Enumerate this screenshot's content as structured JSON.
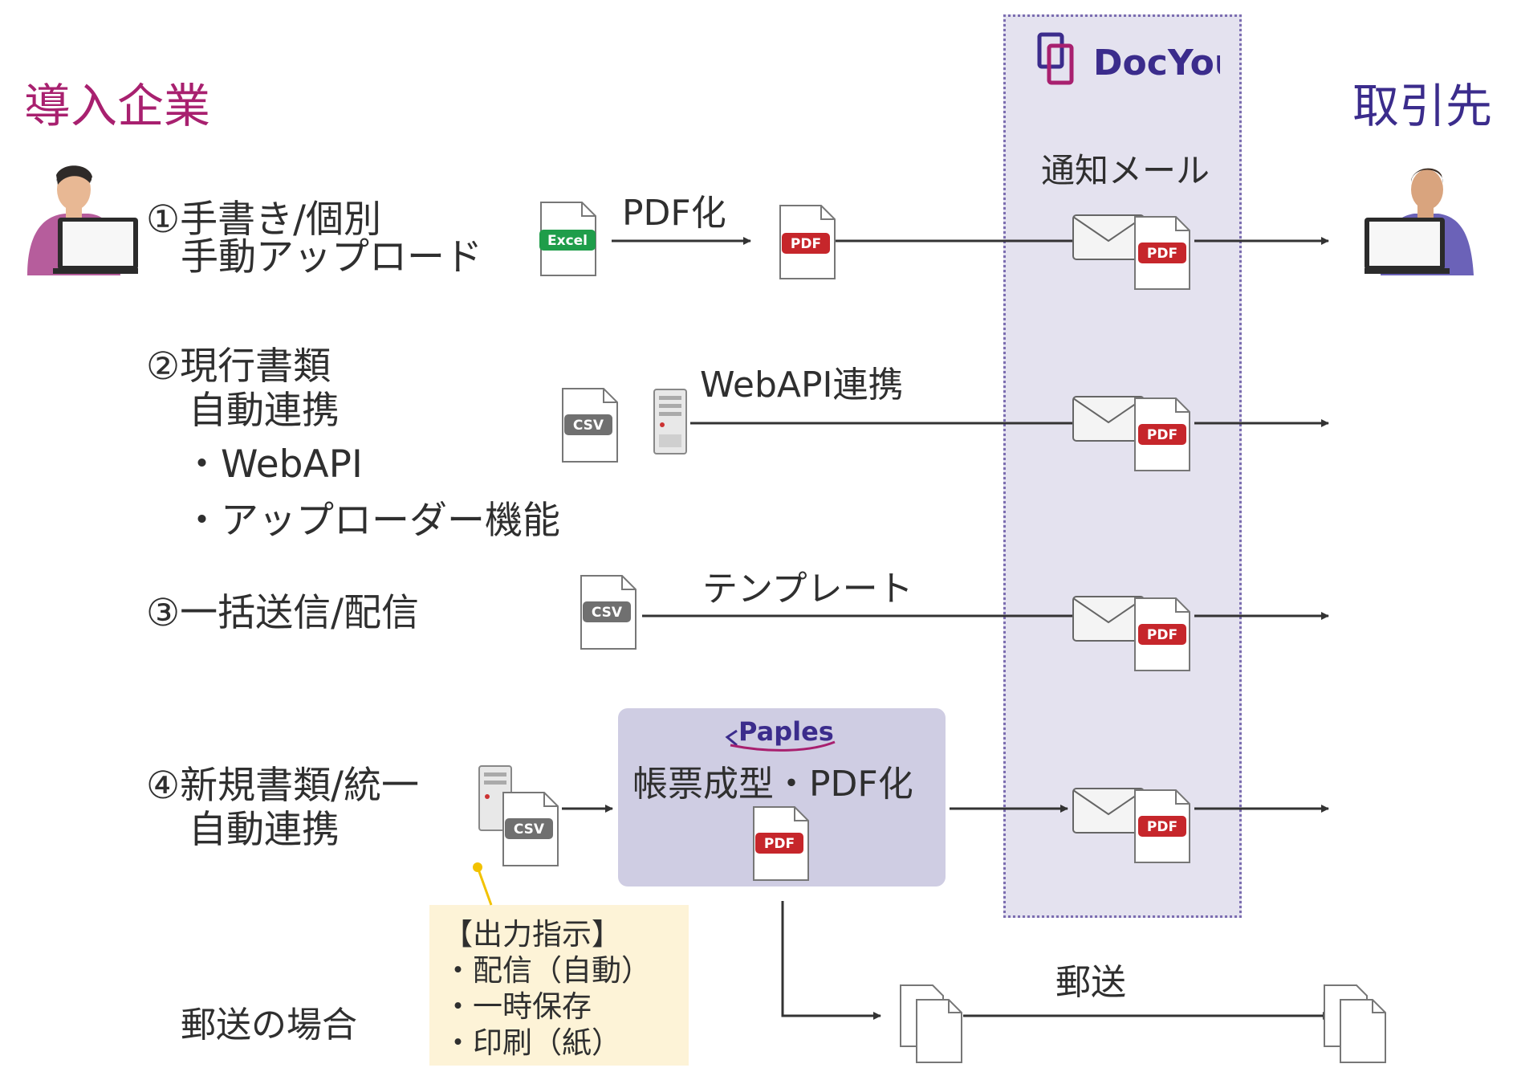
{
  "left_title": "導入企業",
  "right_title": "取引先",
  "brand": {
    "logo_text": "DocYou",
    "notification": "通知メール"
  },
  "steps": {
    "s1": {
      "line1": "①手書き/個別",
      "line2": "手動アップロード",
      "excel_badge": "Excel",
      "arrow_label": "PDF化",
      "pdf_badge": "PDF"
    },
    "s2": {
      "line1": "②現行書類",
      "line2": "自動連携",
      "bullet1": "・WebAPI",
      "bullet2": "・アップローダー機能",
      "csv_badge": "CSV",
      "arrow_label": "WebAPI連携"
    },
    "s3": {
      "line1": "③一括送信/配信",
      "csv_badge": "CSV",
      "arrow_label": "テンプレート"
    },
    "s4": {
      "line1": "④新規書類/統一",
      "line2": "自動連携",
      "csv_badge": "CSV"
    }
  },
  "paples": {
    "logo_text": "Paples",
    "label": "帳票成型・PDF化",
    "pdf_badge": "PDF"
  },
  "output_box": {
    "title": "【出力指示】",
    "item1": "・配信（自動）",
    "item2": "・一時保存",
    "item3": "・印刷（紙）"
  },
  "mail": {
    "label": "郵送の場合",
    "arrow_label": "郵送"
  },
  "colors": {
    "left_title": "#a8206f",
    "right_title": "#3b2c8c",
    "docyou_panel": "#e4e2ef",
    "docyou_border": "#7b6db0",
    "paples_panel": "#cfcde3",
    "output_box": "#fdf3d7",
    "excel_green": "#1f9d4a",
    "pdf_red": "#c6262b",
    "csv_gray": "#707070"
  }
}
